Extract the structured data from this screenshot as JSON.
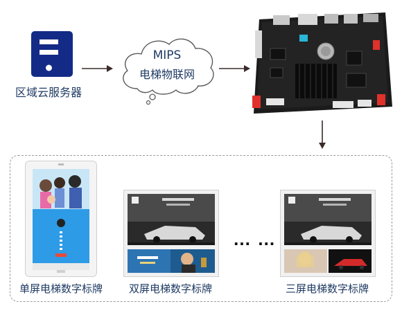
{
  "server": {
    "label": "区域云服务器",
    "icon": "server-icon"
  },
  "cloud": {
    "line1": "MIPS",
    "line2": "电梯物联网",
    "icon": "cloud-icon"
  },
  "board": {
    "icon": "circuit-board-image"
  },
  "ellipsis": "… …",
  "signs": [
    {
      "caption": "单屏电梯数字标牌",
      "icon": "single-screen-sign-image"
    },
    {
      "caption": "双屏电梯数字标牌",
      "icon": "dual-screen-sign-image"
    },
    {
      "caption": "三屏电梯数字标牌",
      "icon": "triple-screen-sign-image"
    }
  ],
  "colors": {
    "navy": "#1f3a63",
    "arrow": "#3a2b2a",
    "dashed_border": "#9a9a9a",
    "screen_blue": "#2e9be6"
  }
}
